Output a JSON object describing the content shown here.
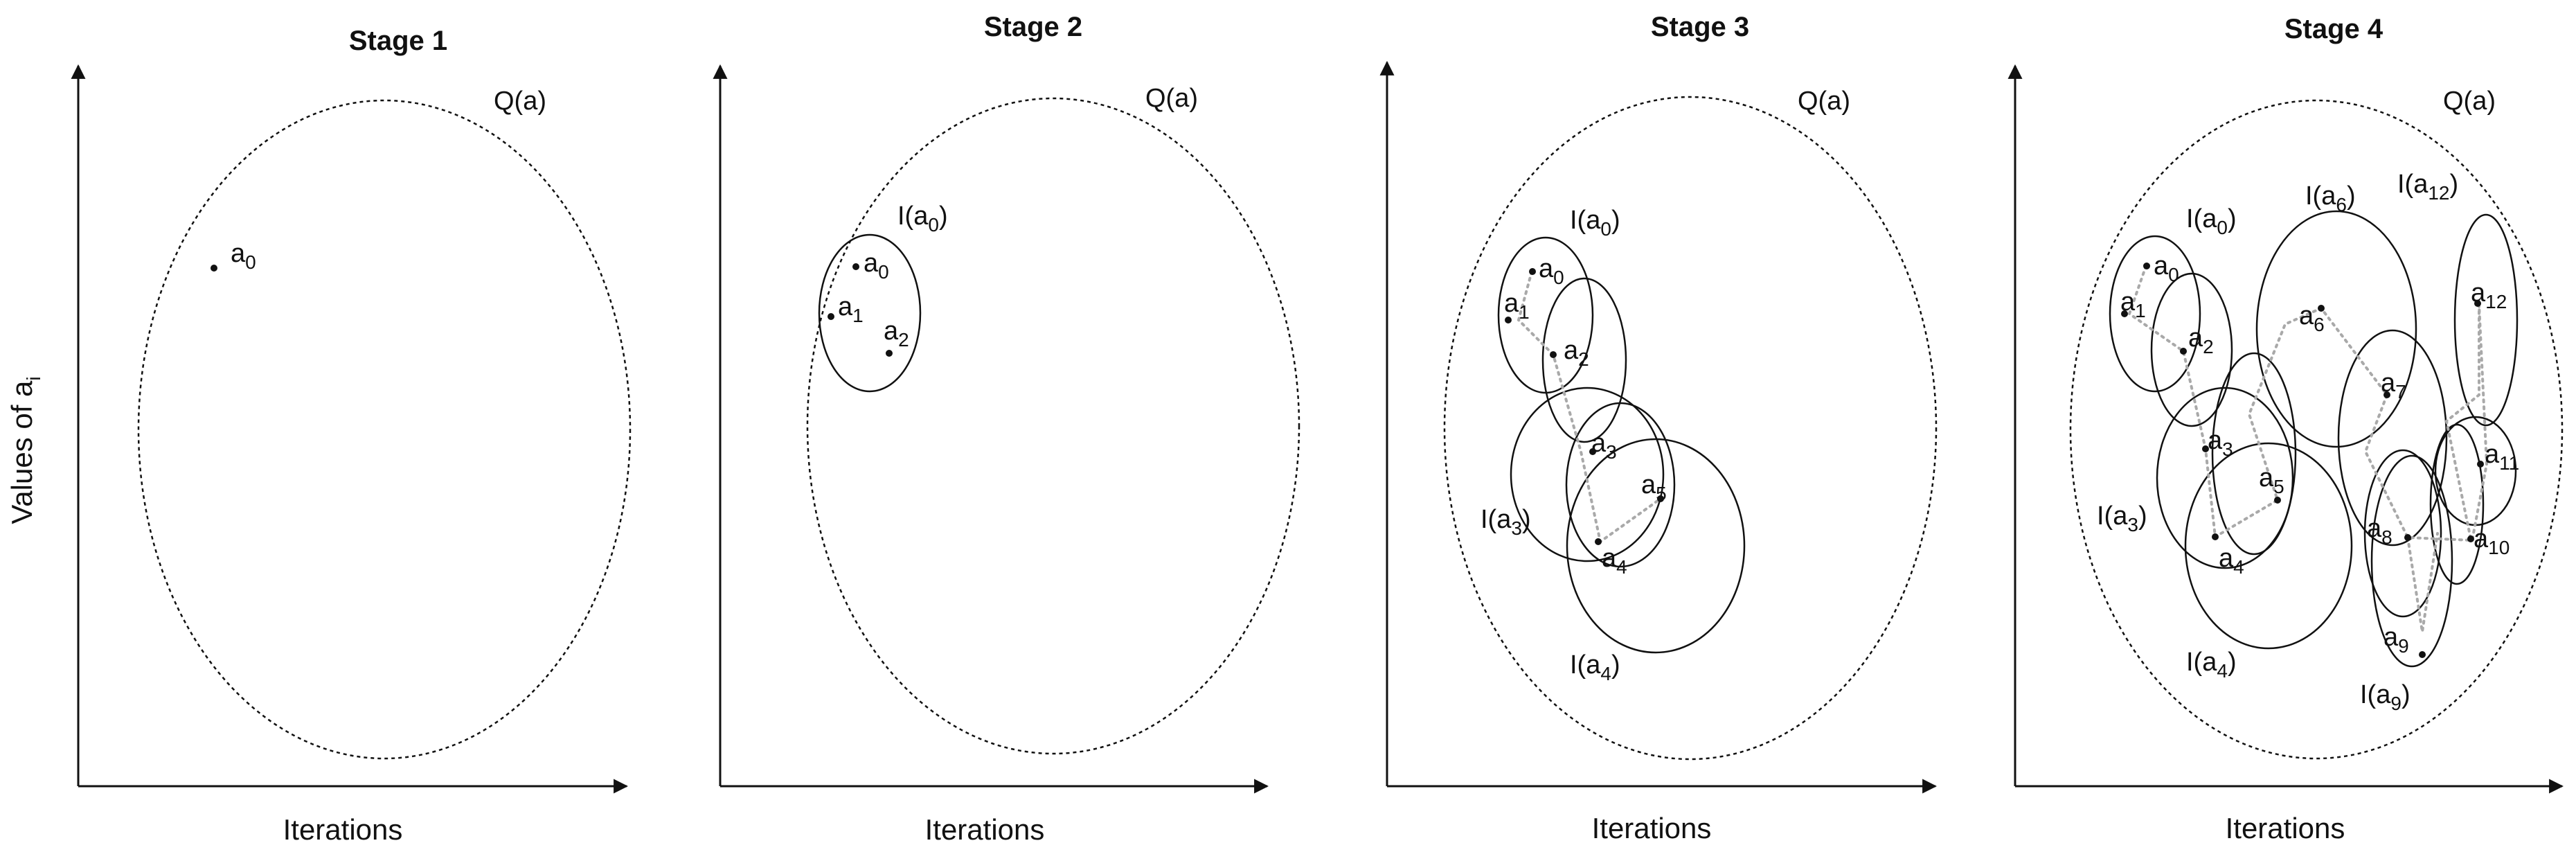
{
  "y_axis_label": {
    "main": "Values of a",
    "sub": "i"
  },
  "x_axis_label": "Iterations",
  "region_label": "Q(a)",
  "stages": [
    {
      "title": "Stage 1",
      "points": [
        {
          "base": "a",
          "sub": "0"
        }
      ],
      "sets": []
    },
    {
      "title": "Stage 2",
      "points": [
        {
          "base": "a",
          "sub": "0"
        },
        {
          "base": "a",
          "sub": "1"
        },
        {
          "base": "a",
          "sub": "2"
        }
      ],
      "sets": [
        {
          "pre": "I(a",
          "sub": "0",
          "post": ")"
        }
      ]
    },
    {
      "title": "Stage 3",
      "points": [
        {
          "base": "a",
          "sub": "0"
        },
        {
          "base": "a",
          "sub": "1"
        },
        {
          "base": "a",
          "sub": "2"
        },
        {
          "base": "a",
          "sub": "3"
        },
        {
          "base": "a",
          "sub": "4"
        },
        {
          "base": "a",
          "sub": "5"
        }
      ],
      "sets": [
        {
          "pre": "I(a",
          "sub": "0",
          "post": ")"
        },
        {
          "pre": "I(a",
          "sub": "3",
          "post": ")"
        },
        {
          "pre": "I(a",
          "sub": "4",
          "post": ")"
        }
      ]
    },
    {
      "title": "Stage 4",
      "points": [
        {
          "base": "a",
          "sub": "0"
        },
        {
          "base": "a",
          "sub": "1"
        },
        {
          "base": "a",
          "sub": "2"
        },
        {
          "base": "a",
          "sub": "3"
        },
        {
          "base": "a",
          "sub": "4"
        },
        {
          "base": "a",
          "sub": "5"
        },
        {
          "base": "a",
          "sub": "6"
        },
        {
          "base": "a",
          "sub": "7"
        },
        {
          "base": "a",
          "sub": "8"
        },
        {
          "base": "a",
          "sub": "9"
        },
        {
          "base": "a",
          "sub": "10"
        },
        {
          "base": "a",
          "sub": "11"
        },
        {
          "base": "a",
          "sub": "12"
        }
      ],
      "sets": [
        {
          "pre": "I(a",
          "sub": "0",
          "post": ")"
        },
        {
          "pre": "I(a",
          "sub": "6",
          "post": ")"
        },
        {
          "pre": "I(a",
          "sub": "12",
          "post": ")"
        },
        {
          "pre": "I(a",
          "sub": "3",
          "post": ")"
        },
        {
          "pre": "I(a",
          "sub": "4",
          "post": ")"
        },
        {
          "pre": "I(a",
          "sub": "9",
          "post": ")"
        }
      ]
    }
  ]
}
